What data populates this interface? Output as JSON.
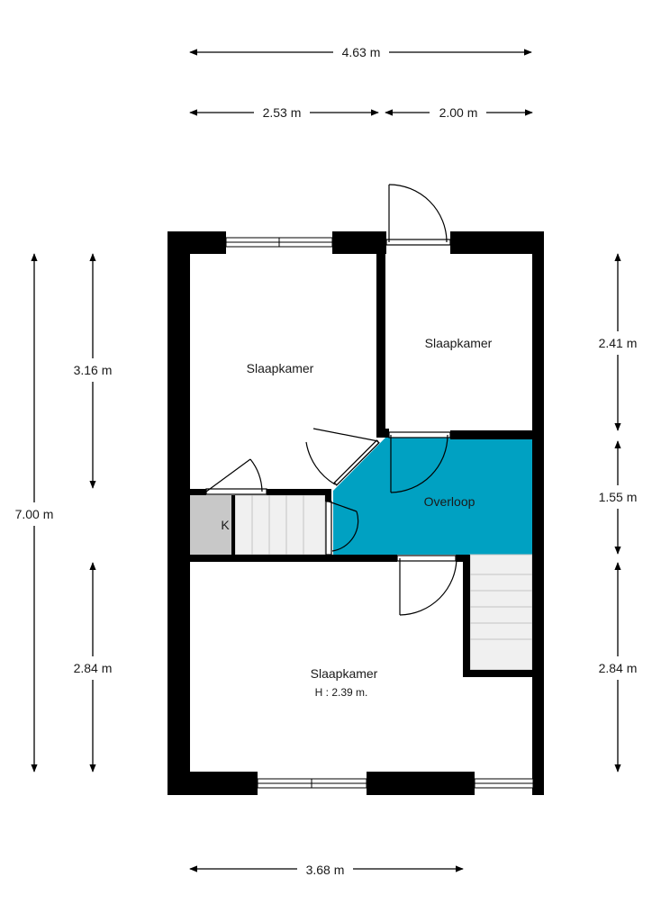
{
  "dimensions": {
    "top_total": "4.63 m",
    "top_left": "2.53 m",
    "top_right": "2.00 m",
    "left_total": "7.00 m",
    "left_upper": "3.16 m",
    "left_lower": "2.84 m",
    "right_upper": "2.41 m",
    "right_middle": "1.55 m",
    "right_lower": "2.84 m",
    "bottom": "3.68 m"
  },
  "rooms": {
    "bedroom_top_left": "Slaapkamer",
    "bedroom_top_right": "Slaapkamer",
    "landing": "Overloop",
    "closet": "K",
    "bedroom_bottom": "Slaapkamer",
    "bedroom_bottom_height": "H : 2.39 m."
  },
  "colors": {
    "wall": "#000000",
    "landing": "#00a1c2",
    "closet": "#c8c8c8",
    "stairs": "#f0f0f0"
  }
}
